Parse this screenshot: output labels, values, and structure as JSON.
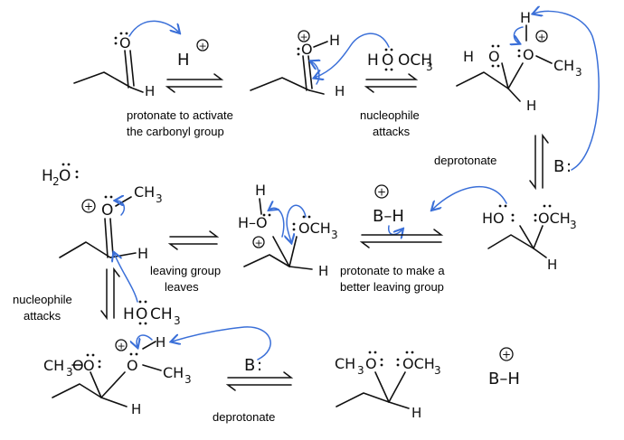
{
  "captions": {
    "step1": [
      "protonate to activate",
      "the carbonyl group"
    ],
    "step2": [
      "nucleophile",
      "attacks"
    ],
    "step3": "deprotonate",
    "step4": [
      "protonate to make a",
      "better leaving group"
    ],
    "step5": [
      "leaving group",
      "leaves"
    ],
    "step6": [
      "nucleophile",
      "attacks"
    ],
    "step7": "deprotonate"
  },
  "atoms": {
    "O": "O",
    "H": "H",
    "H_plus": "H",
    "plus": "+",
    "OCH3": "OCH",
    "sub3": "3",
    "HO": "HO",
    "H2O": "H",
    "sub2": "2",
    "CH3": "CH",
    "B": "B",
    "colon": ":",
    "BH": "B–H",
    "H_O": "H–O",
    "CH3O": "CH",
    "O_CH3": "O–CH"
  },
  "colors": {
    "arrow": "#3a6fd8",
    "ink": "#111111"
  }
}
